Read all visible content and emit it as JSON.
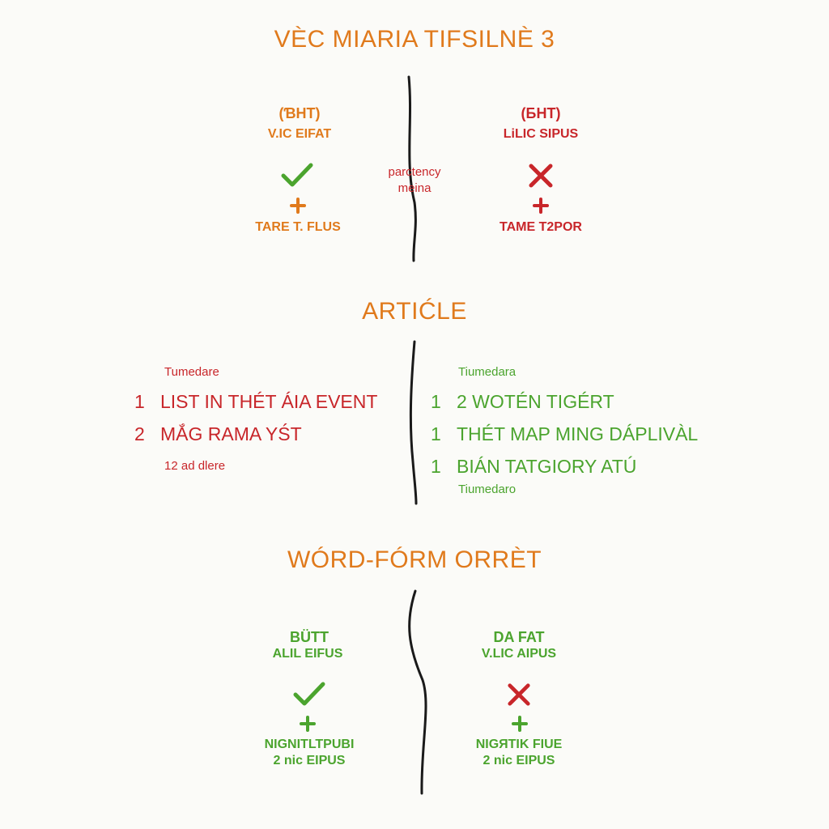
{
  "colors": {
    "orange": "#e07a1c",
    "red": "#c8262a",
    "green": "#4ba42e",
    "line": "#1a1a1a",
    "background": "#fbfbf8"
  },
  "section1": {
    "title": "VÈC MIARIA TIFSILNÈ 3",
    "center_note_line1": "parctency",
    "center_note_line2": "meina",
    "left": {
      "header": "(ƁHT)",
      "subheader": "V.IC EIFAT",
      "status_icon": "check-icon",
      "plus_icon": "plus-icon",
      "caption": "TARE T. FLUS"
    },
    "right": {
      "header": "(ƂHT)",
      "subheader": "LiLIC SIPUS",
      "status_icon": "cross-icon",
      "plus_icon": "plus-icon",
      "caption": "TAME T2POR"
    }
  },
  "section2": {
    "title": "ARTIĆLE",
    "left": {
      "header": "Tumedare",
      "items": [
        {
          "num": "1",
          "text": "LIST IN THÉT ÁIA EVENT"
        },
        {
          "num": "2",
          "text": "MẮG RAMA YŚT"
        }
      ],
      "footer": "12 ad dlere"
    },
    "right": {
      "header": "Tiumedara",
      "items": [
        {
          "num": "1",
          "text": "2 WOTÉN TIGÉRT"
        },
        {
          "num": "1",
          "text": "THÉT MAP MING DÁPLIVÀL"
        },
        {
          "num": "1",
          "text": "BIÁN TATGIORY ATÚ"
        }
      ],
      "footer": "Tiumedaro"
    }
  },
  "section3": {
    "title": "WÓRD-FÓRM ORRÈT",
    "left": {
      "header": "BÜTT",
      "subheader": "ALIL EIFUS",
      "status_icon": "check-icon",
      "plus_icon": "plus-icon",
      "caption_line1": "NIGNITLTPUBI",
      "caption_line2": "2 nic EIPUS"
    },
    "right": {
      "header": "DA FAT",
      "subheader": "V.LIC AIPUS",
      "status_icon": "cross-icon",
      "plus_icon": "plus-icon",
      "caption_line1": "NIGЯTIK FIUE",
      "caption_line2": "2 nic EIPUS"
    }
  }
}
